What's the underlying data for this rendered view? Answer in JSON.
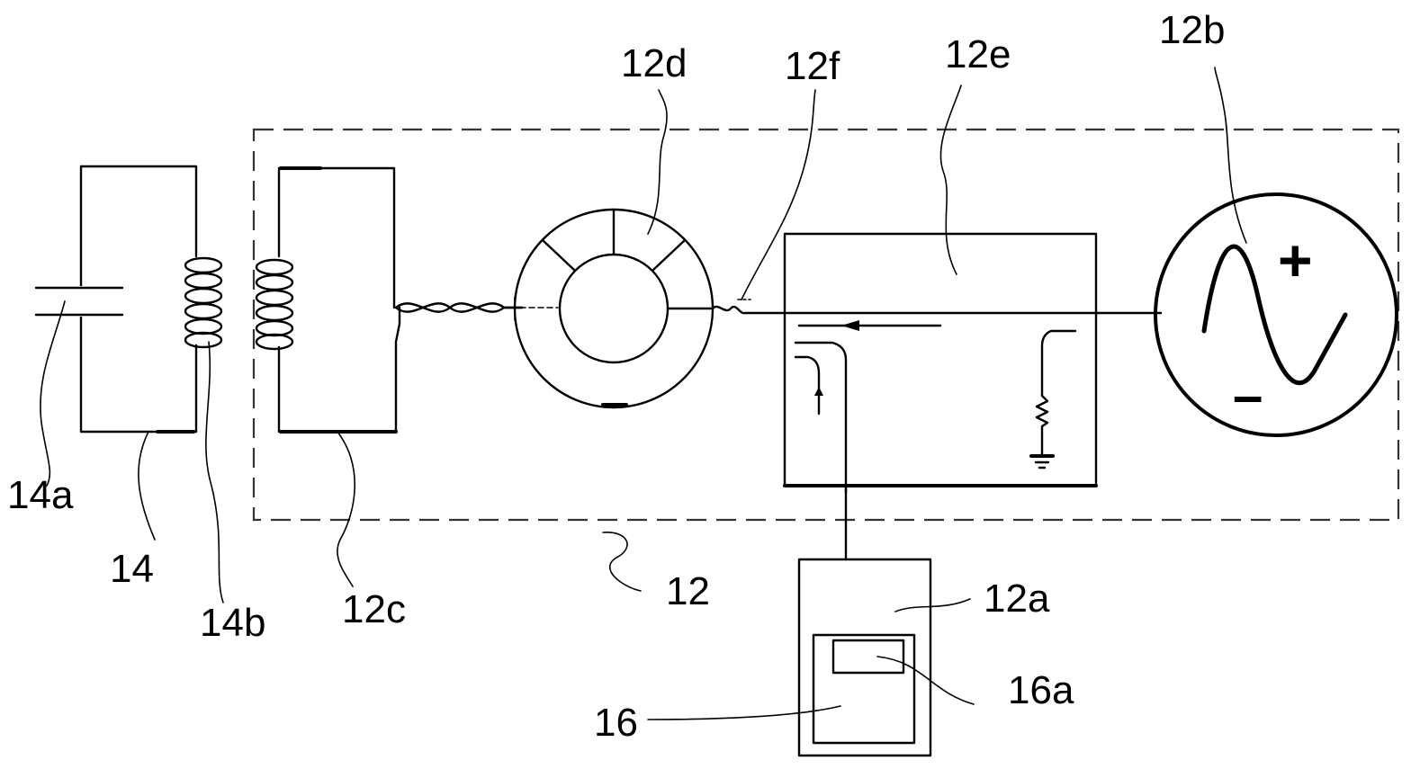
{
  "labels": {
    "l14a": "14a",
    "l14": "14",
    "l14b": "14b",
    "l12c": "12c",
    "l12": "12",
    "l12d": "12d",
    "l12f": "12f",
    "l12e": "12e",
    "l12b": "12b",
    "l12a": "12a",
    "l16a": "16a",
    "l16": "16"
  },
  "source_symbols": {
    "plus": "+",
    "minus": "–"
  }
}
